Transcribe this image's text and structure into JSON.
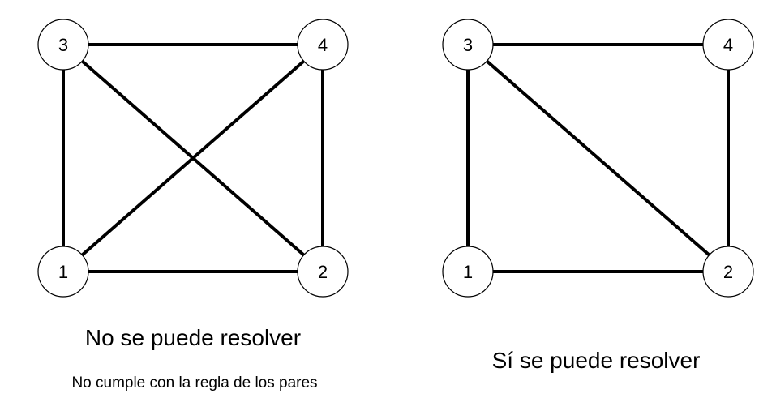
{
  "graphs": [
    {
      "id": "left",
      "nodes": [
        {
          "label": "3"
        },
        {
          "label": "4"
        },
        {
          "label": "1"
        },
        {
          "label": "2"
        }
      ],
      "edges": [
        [
          "3",
          "4"
        ],
        [
          "3",
          "1"
        ],
        [
          "3",
          "2"
        ],
        [
          "4",
          "1"
        ],
        [
          "4",
          "2"
        ],
        [
          "1",
          "2"
        ]
      ],
      "title": "No se puede resolver",
      "subtitle": "No cumple con la regla de los pares"
    },
    {
      "id": "right",
      "nodes": [
        {
          "label": "3"
        },
        {
          "label": "4"
        },
        {
          "label": "1"
        },
        {
          "label": "2"
        }
      ],
      "edges": [
        [
          "3",
          "4"
        ],
        [
          "3",
          "1"
        ],
        [
          "3",
          "2"
        ],
        [
          "4",
          "2"
        ],
        [
          "1",
          "2"
        ]
      ],
      "title": "Sí se puede resolver"
    }
  ]
}
